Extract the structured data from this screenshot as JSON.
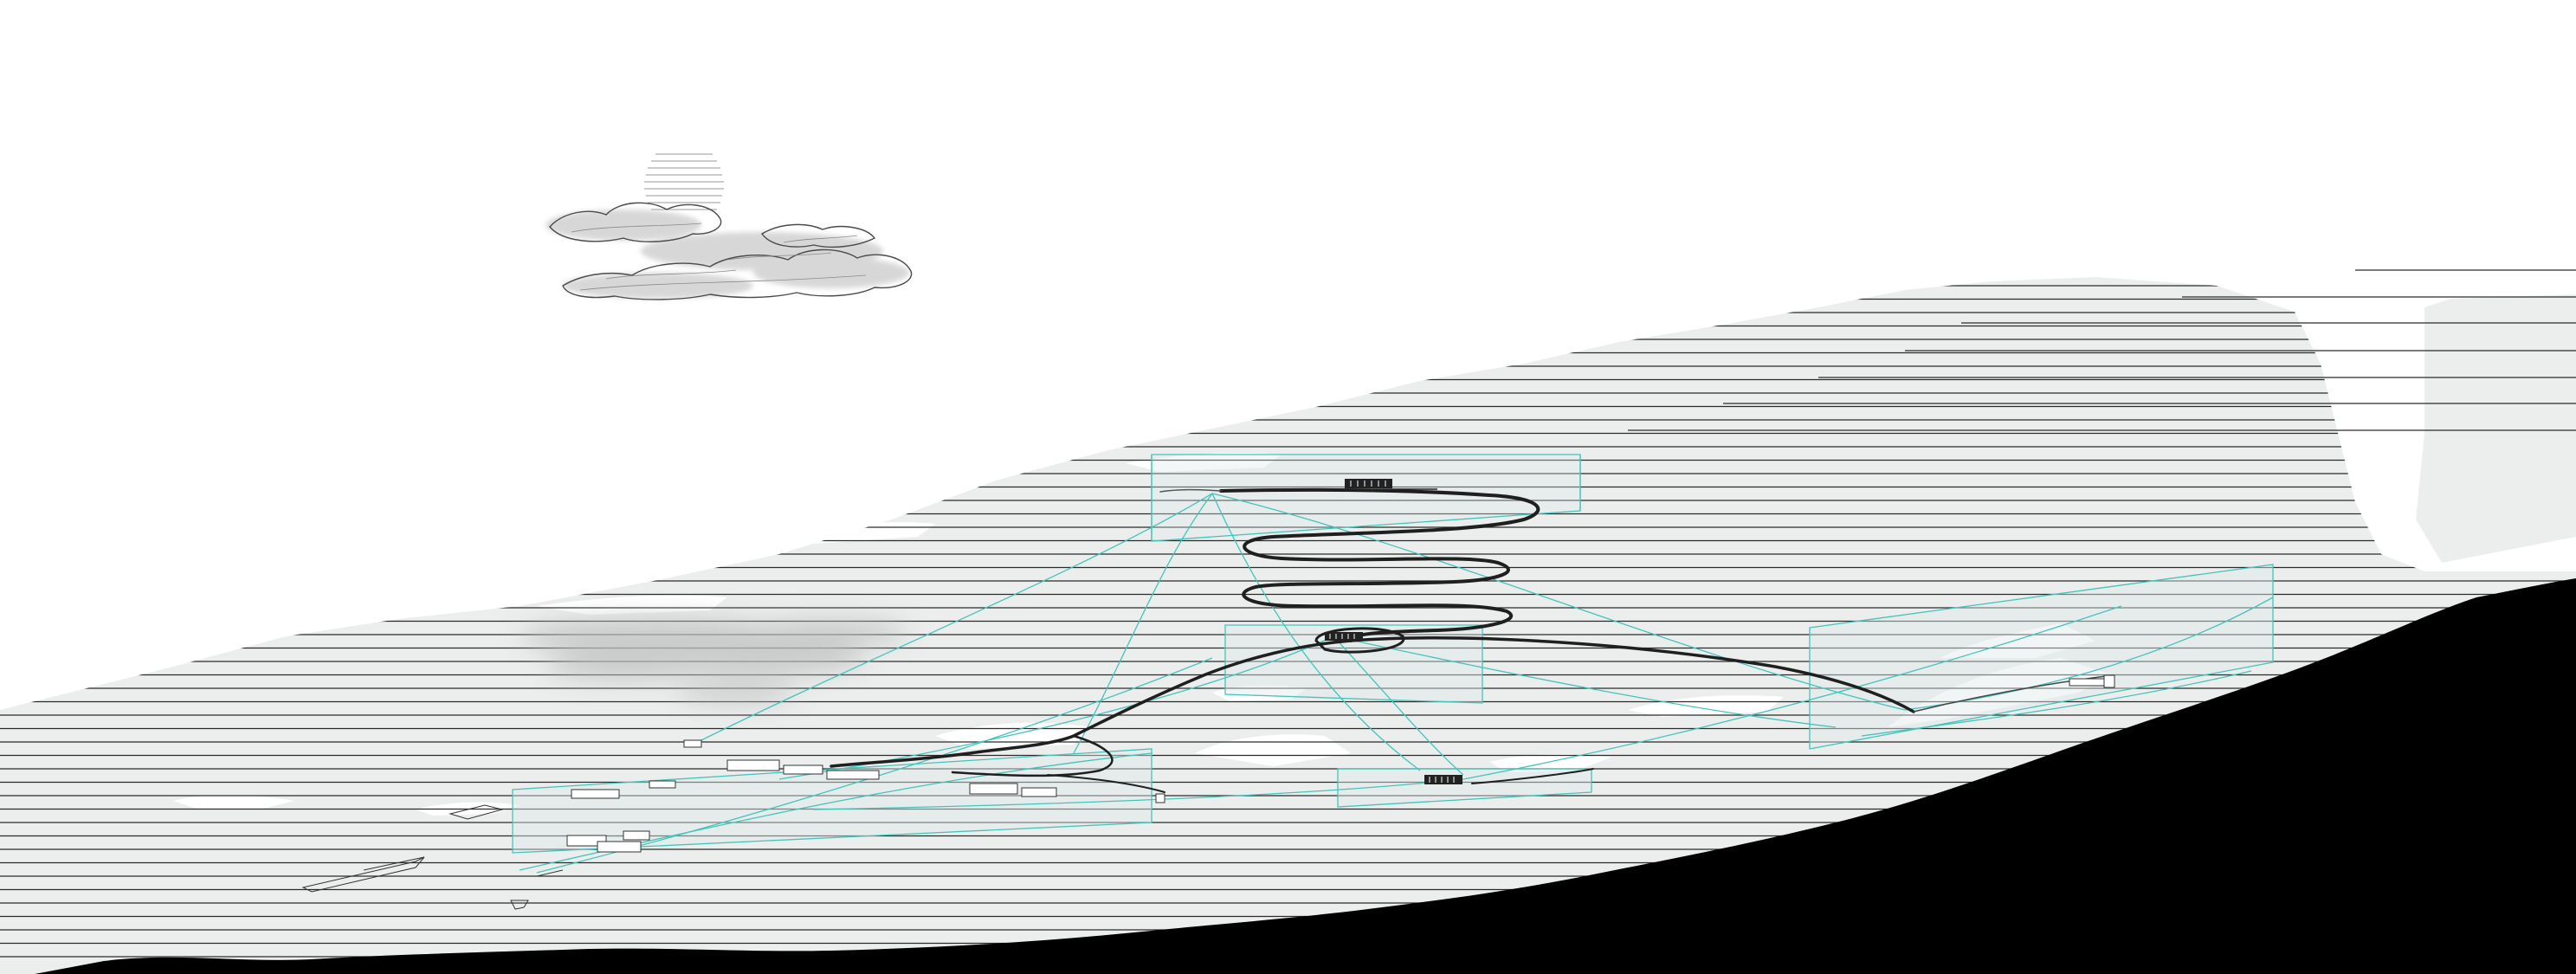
{
  "drawing": {
    "description_visible_text": "",
    "palette": {
      "background": "#ffffff",
      "terrain_fill": "#eceeee",
      "contour_line": "#2a2a2a",
      "ground_section": "#000000",
      "cyan_guides": "#43c4bb",
      "road": "#1f1f1f",
      "sketch": "#6a6a6a"
    },
    "elements": {
      "cloud": "cloud-sketch",
      "mountain": "mountain-terrain",
      "road": "serpentine-road",
      "section": "ground-section",
      "stations": [
        "summit-station",
        "mid-station",
        "lower-station",
        "base-village"
      ]
    }
  }
}
